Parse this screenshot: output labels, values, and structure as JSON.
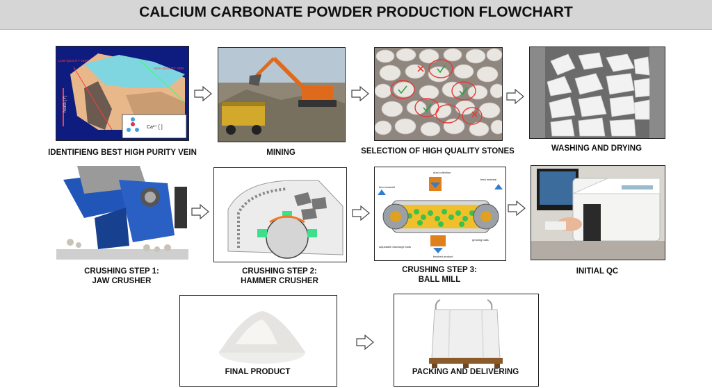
{
  "title": "CALCIUM CARBONATE POWDER PRODUCTION FLOWCHART",
  "steps": [
    {
      "label": "IDENTIFIENG BEST HIGH PURITY VEIN",
      "image": "geological-vein-model"
    },
    {
      "label": "MINING",
      "image": "excavator-loading-truck"
    },
    {
      "label": "SELECTION OF HIGH QUALITY STONES",
      "image": "marked-white-stones"
    },
    {
      "label": "WASHING AND DRYING",
      "image": "washed-white-stones"
    },
    {
      "label_line1": "CRUSHING STEP 1:",
      "label_line2": "JAW CRUSHER",
      "image": "jaw-crusher-machine"
    },
    {
      "label_line1": "CRUSHING STEP 2:",
      "label_line2": "HAMMER CRUSHER",
      "image": "hammer-crusher-diagram"
    },
    {
      "label_line1": "CRUSHING STEP 3:",
      "label_line2": "BALL MILL",
      "image": "ball-mill-diagram"
    },
    {
      "label": "INITIAL QC",
      "image": "lab-analyzer-instrument"
    },
    {
      "label": "FINAL PRODUCT",
      "image": "white-powder-pile"
    },
    {
      "label": "PACKING AND DELIVERING",
      "image": "bulk-bag-on-pallet"
    }
  ],
  "image_text": {
    "vein_low": "LOW QUALITY VEIN",
    "vein_high": "HIGH QUALITY VEIN",
    "vein_axis": "North (Y)",
    "ballmill_dust": "dust collection",
    "ballmill_feed_left": "feed material",
    "ballmill_feed_right": "feed material",
    "ballmill_grinding": "grinding balls",
    "ballmill_discharge": "adjustable discharge slots",
    "ballmill_product": "finished product"
  }
}
